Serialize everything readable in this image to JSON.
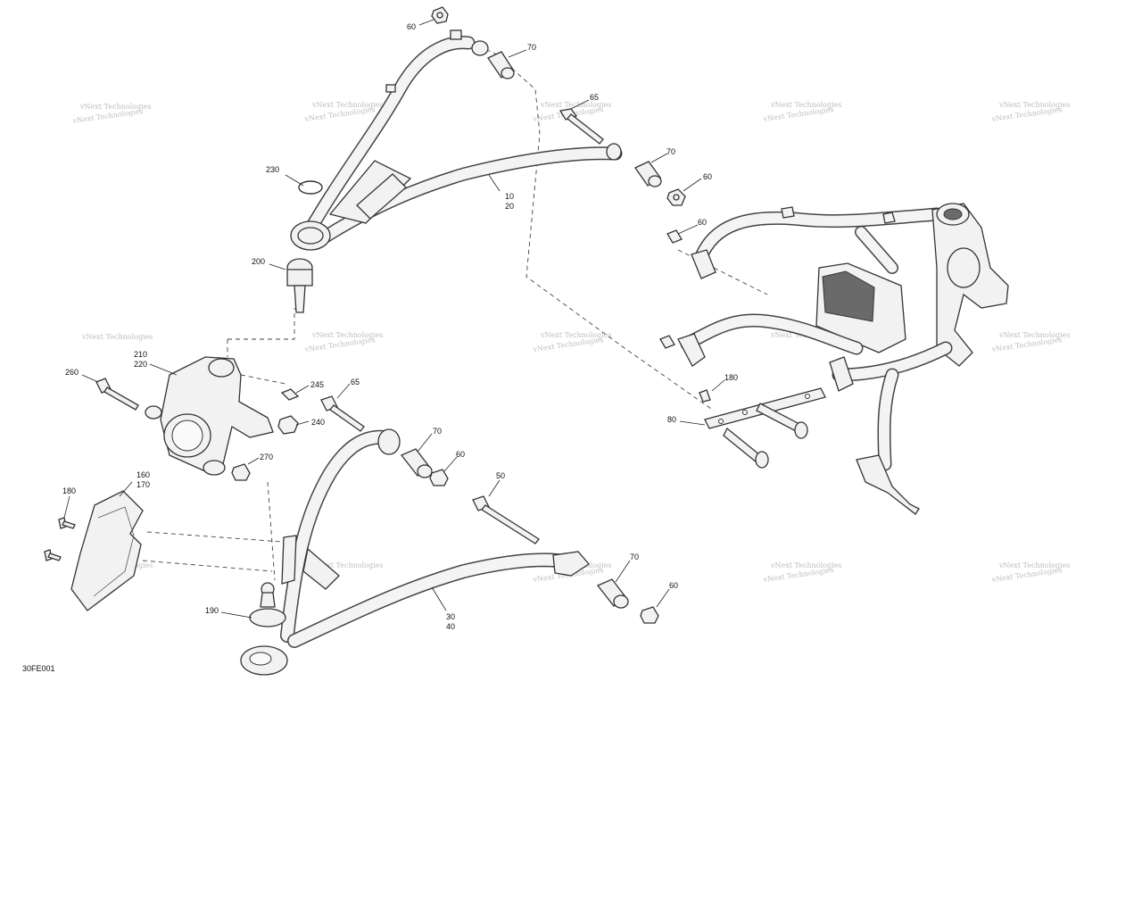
{
  "figure_id": "30FE001",
  "watermark_text": "vNext Technologies",
  "callouts": {
    "c60a": "60",
    "c70a": "70",
    "c65a": "65",
    "c70b": "70",
    "c60b": "60",
    "c10": "10",
    "c20": "20",
    "c230": "230",
    "c200": "200",
    "c60c": "60",
    "c210": "210",
    "c220": "220",
    "c260": "260",
    "c245": "245",
    "c65b": "65",
    "c240": "240",
    "c270": "270",
    "c70c": "70",
    "c60d": "60",
    "c180a": "180",
    "c80": "80",
    "c160": "160",
    "c170": "170",
    "c180b": "180",
    "c50": "50",
    "c70d": "70",
    "c60e": "60",
    "c190": "190",
    "c30": "30",
    "c40": "40"
  }
}
